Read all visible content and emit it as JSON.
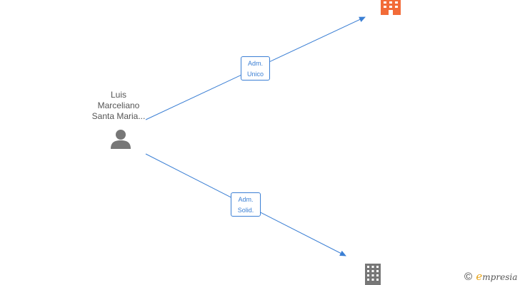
{
  "person": {
    "name_lines": [
      "Luis",
      "Marceliano",
      "Santa Maria..."
    ],
    "icon": "person-icon"
  },
  "companies": [
    {
      "icon": "building-icon",
      "color": "#f26b38"
    },
    {
      "icon": "building-icon",
      "color": "#777777"
    }
  ],
  "relations": [
    {
      "line1": "Adm.",
      "line2": "Unico",
      "color": "#3b7fd4"
    },
    {
      "line1": "Adm.",
      "line2": "Solid.",
      "color": "#3b7fd4"
    }
  ],
  "brand": {
    "copyright_symbol": "©",
    "logo_initial": "e",
    "logo_rest": "mpresia"
  }
}
